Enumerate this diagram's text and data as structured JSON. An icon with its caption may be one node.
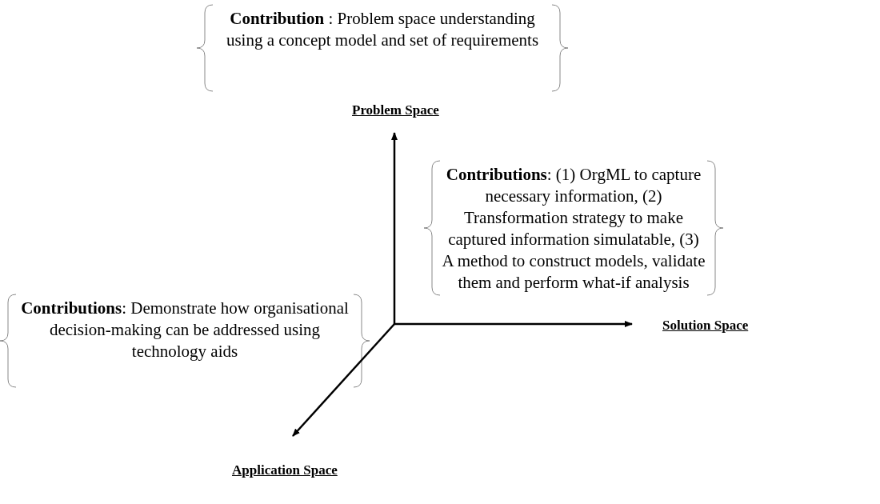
{
  "diagram": {
    "labels": [
      "**Contribution** : Problem space understanding using a concept model  and set of requirements",
      "Problem Space",
      "**Contributions**: (1) OrgML  to capture necessary information, (2) Transformation strategy to make captured information simulatable, (3) A method to construct models, validate them and perform what-if analysis",
      "**Contributions**: Demonstrate how organisational decision-making can be addressed using technology aids",
      "Solution Space",
      "Application Space"
    ]
  }
}
